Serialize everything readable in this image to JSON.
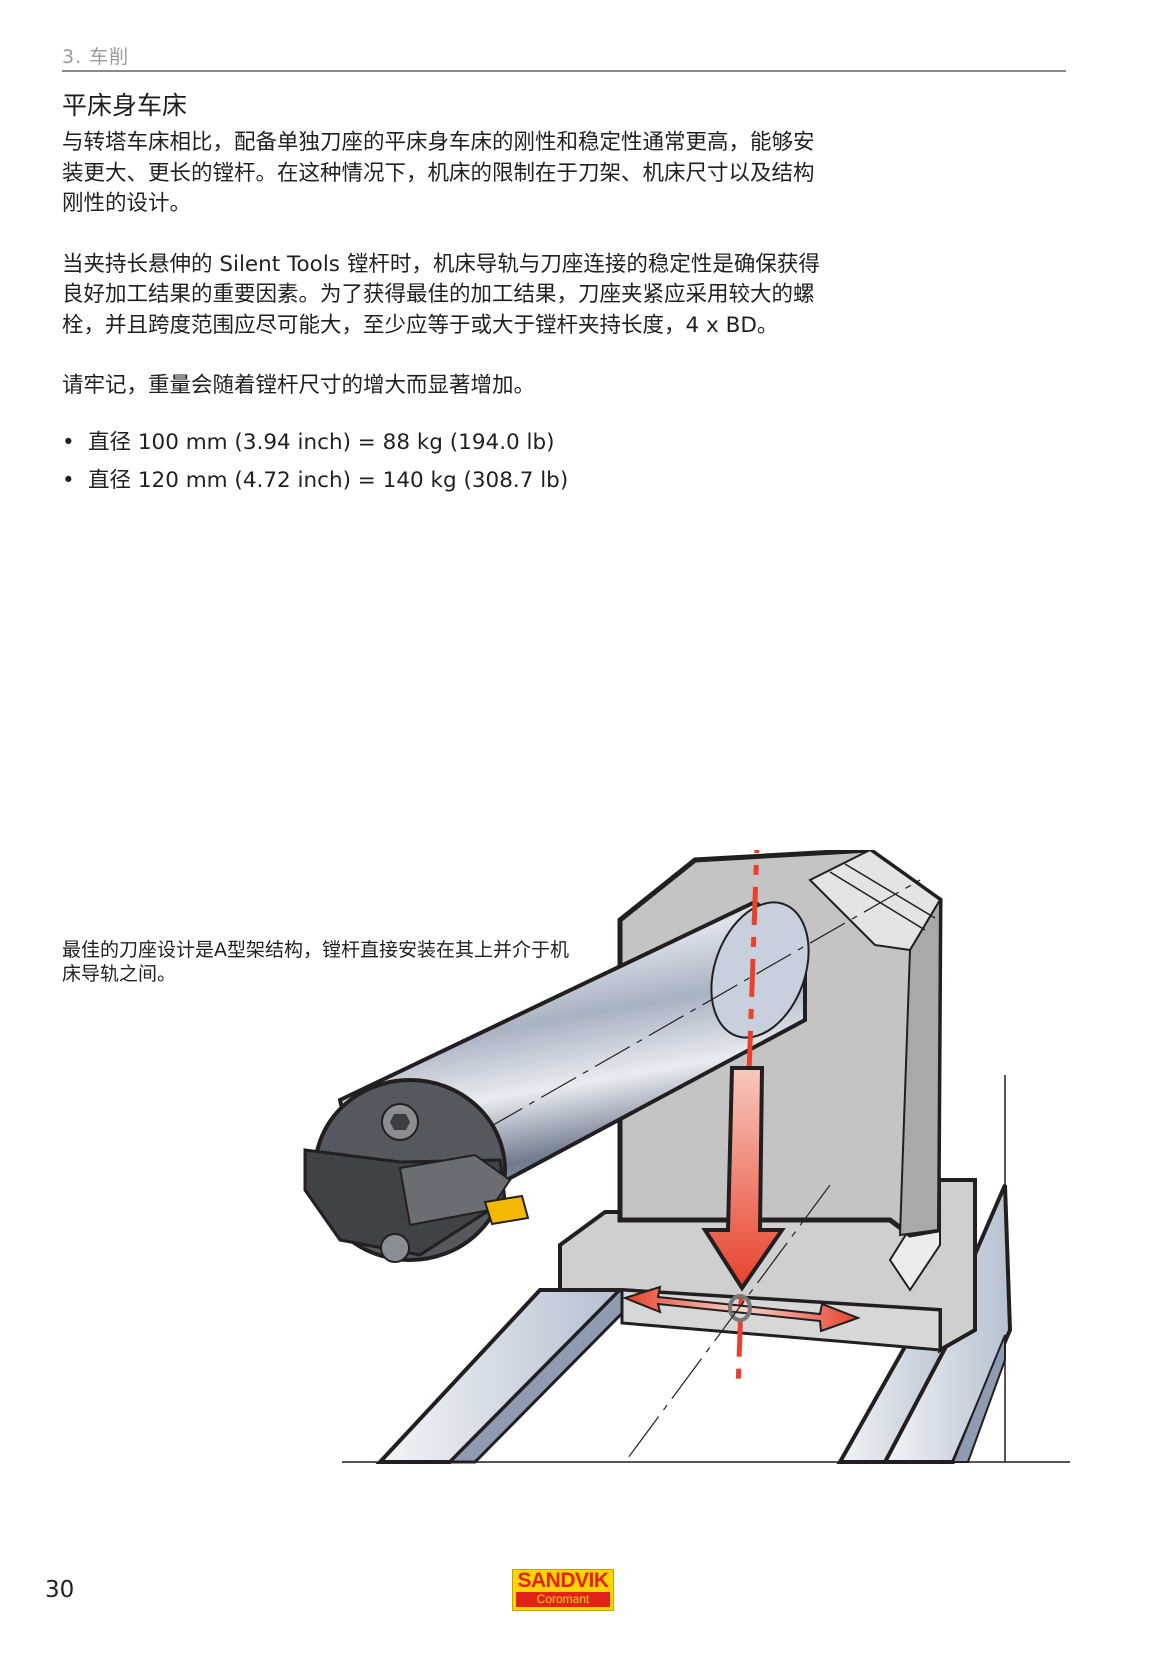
{
  "header": {
    "chapter": "3. 车削"
  },
  "section": {
    "title": "平床身车床",
    "paragraphs": [
      "与转塔车床相比，配备单独刀座的平床身车床的刚性和稳定性通常更高，能够安装更大、更长的镗杆。在这种情况下，机床的限制在于刀架、机床尺寸以及结构刚性的设计。",
      "当夹持长悬伸的 Silent  Tools 镗杆时，机床导轨与刀座连接的稳定性是确保获得良好加工结果的重要因素。为了获得最佳的加工结果，刀座夹紧应采用较大的螺栓，并且跨度范围应尽可能大，至少应等于或大于镗杆夹持长度，4 x BD。",
      "请牢记，重量会随着镗杆尺寸的增大而显著增加。"
    ],
    "bullets": [
      "直径 100 mm (3.94 inch) = 88 kg (194.0 lb)",
      "直径 120 mm (4.72 inch) = 140 kg (308.7 lb)"
    ],
    "bullet_glyph": "•"
  },
  "figure": {
    "caption": "最佳的刀座设计是A型架结构，镗杆直接安装在其上并介于机床导轨之间。",
    "colors": {
      "arrow_red": "#e8412c",
      "insert_yellow": "#f5b800",
      "block_grey": "#c9c9c9",
      "bar_steel": "#9aa6b8"
    }
  },
  "footer": {
    "page_number": "30",
    "logo": {
      "brand": "SANDVIK",
      "sub": "Coromant",
      "colors": {
        "yellow": "#ffd400",
        "red": "#e2231a"
      }
    }
  }
}
